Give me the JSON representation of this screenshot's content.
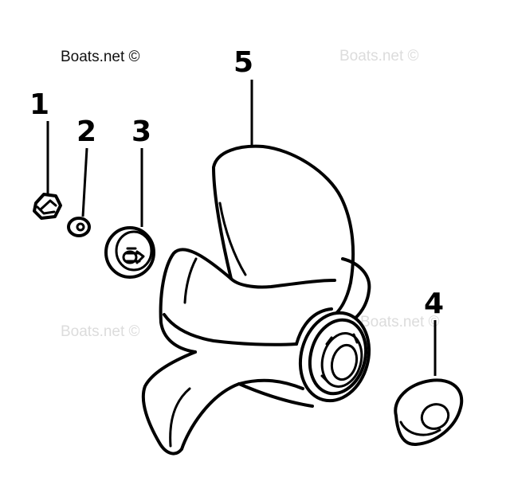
{
  "watermarks": [
    "Boats.net ©",
    "Boats.net ©",
    "Boats.net ©",
    "Boats.net ©"
  ],
  "callouts": [
    {
      "id": "1",
      "part": "nut"
    },
    {
      "id": "2",
      "part": "washer"
    },
    {
      "id": "3",
      "part": "spacer"
    },
    {
      "id": "4",
      "part": "thrust-washer"
    },
    {
      "id": "5",
      "part": "propeller"
    }
  ]
}
